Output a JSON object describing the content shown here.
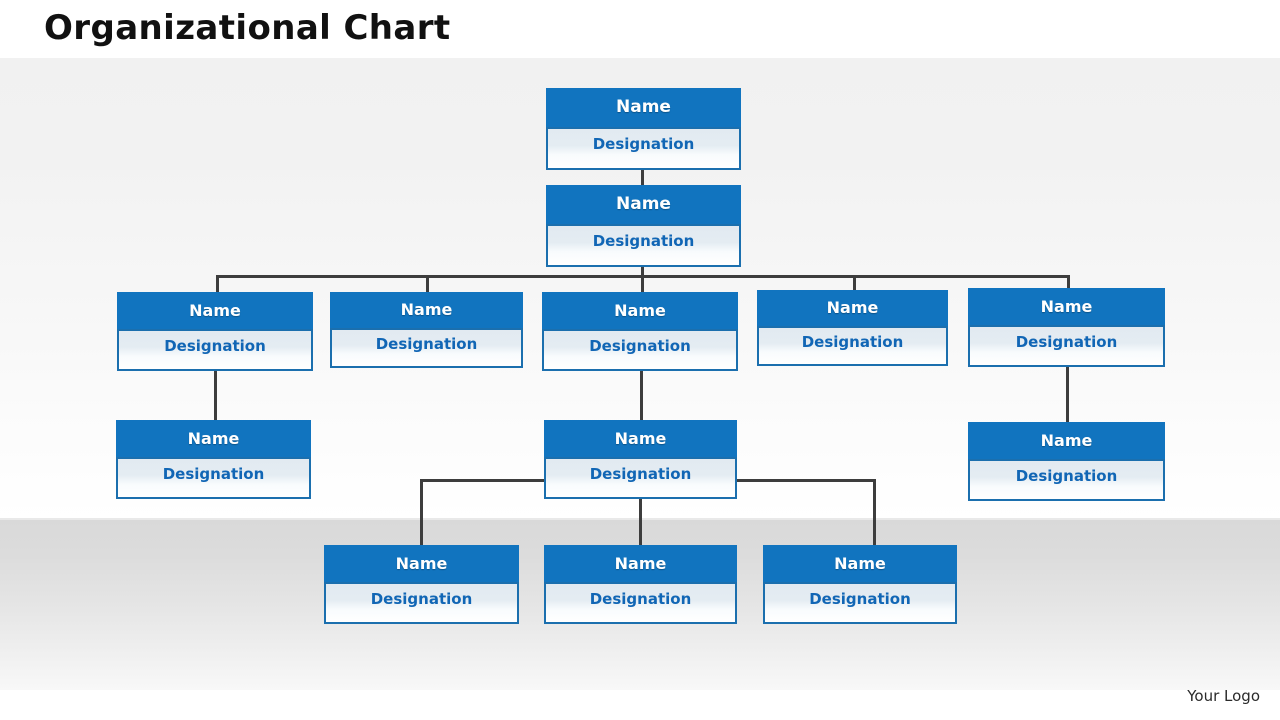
{
  "slide": {
    "title": "Organizational Chart",
    "logo_text": "Your Logo",
    "colors": {
      "node_header_blue": "#1174bf",
      "node_border_blue": "#1b6fae",
      "designation_text_blue": "#1166b5",
      "connector_gray": "#3d3d3d",
      "title_black": "#111111",
      "band_gray": "#d9d9d9"
    }
  },
  "chart": {
    "type": "org-chart",
    "levels": 5,
    "node_count": 13,
    "nodes": [
      {
        "id": "n1",
        "name": "Name",
        "designation": "Designation",
        "level": 1,
        "parent": null
      },
      {
        "id": "n2",
        "name": "Name",
        "designation": "Designation",
        "level": 2,
        "parent": "n1"
      },
      {
        "id": "n3",
        "name": "Name",
        "designation": "Designation",
        "level": 3,
        "parent": "n2"
      },
      {
        "id": "n4",
        "name": "Name",
        "designation": "Designation",
        "level": 3,
        "parent": "n2"
      },
      {
        "id": "n5",
        "name": "Name",
        "designation": "Designation",
        "level": 3,
        "parent": "n2"
      },
      {
        "id": "n6",
        "name": "Name",
        "designation": "Designation",
        "level": 3,
        "parent": "n2"
      },
      {
        "id": "n7",
        "name": "Name",
        "designation": "Designation",
        "level": 3,
        "parent": "n2"
      },
      {
        "id": "n8",
        "name": "Name",
        "designation": "Designation",
        "level": 4,
        "parent": "n3"
      },
      {
        "id": "n9",
        "name": "Name",
        "designation": "Designation",
        "level": 4,
        "parent": "n5"
      },
      {
        "id": "n10",
        "name": "Name",
        "designation": "Designation",
        "level": 4,
        "parent": "n7"
      },
      {
        "id": "n11",
        "name": "Name",
        "designation": "Designation",
        "level": 5,
        "parent": "n9"
      },
      {
        "id": "n12",
        "name": "Name",
        "designation": "Designation",
        "level": 5,
        "parent": "n9"
      },
      {
        "id": "n13",
        "name": "Name",
        "designation": "Designation",
        "level": 5,
        "parent": "n9"
      }
    ]
  }
}
